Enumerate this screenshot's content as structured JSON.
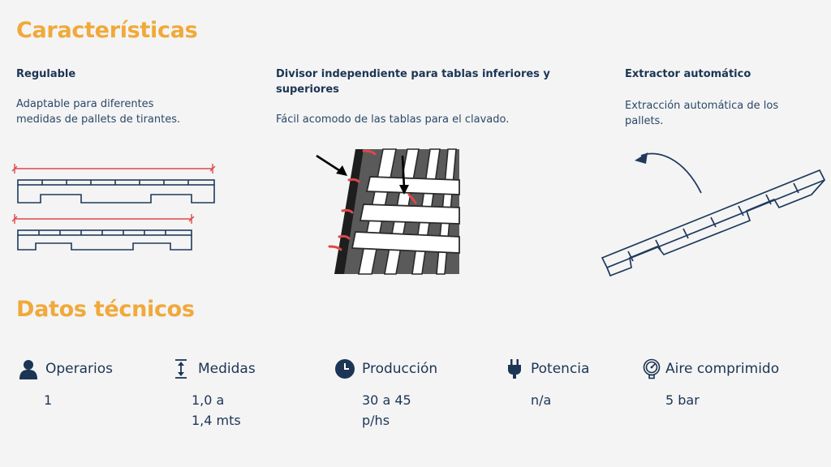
{
  "features_heading": "Características",
  "features": [
    {
      "title": "Regulable",
      "desc": "Adaptable para diferentes medidas de pallets de tirantes."
    },
    {
      "title": "Divisor independiente para tablas inferiores y superiores",
      "desc": "Fácil acomodo de las tablas para el clavado."
    },
    {
      "title": "Extractor automático",
      "desc": "Extracción automática de los pallets."
    }
  ],
  "tech_heading": "Datos técnicos",
  "specs": [
    {
      "icon": "person-icon",
      "label": "Operarios",
      "value_lines": [
        "1"
      ]
    },
    {
      "icon": "measure-arrows-icon",
      "label": "Medidas",
      "value_lines": [
        "1,0 a",
        "1,4 mts"
      ]
    },
    {
      "icon": "clock-icon",
      "label": "Producción",
      "value_lines": [
        "30 a 45",
        "p/hs"
      ]
    },
    {
      "icon": "plug-icon",
      "label": "Potencia",
      "value_lines": [
        "n/a"
      ]
    },
    {
      "icon": "pressure-gauge-icon",
      "label": "Aire comprimido",
      "value_lines": [
        "5 bar"
      ]
    }
  ],
  "colors": {
    "accent": "#f0a93a",
    "text": "#1c3554",
    "dimension_red": "#e04848",
    "background": "#f4f4f4"
  }
}
